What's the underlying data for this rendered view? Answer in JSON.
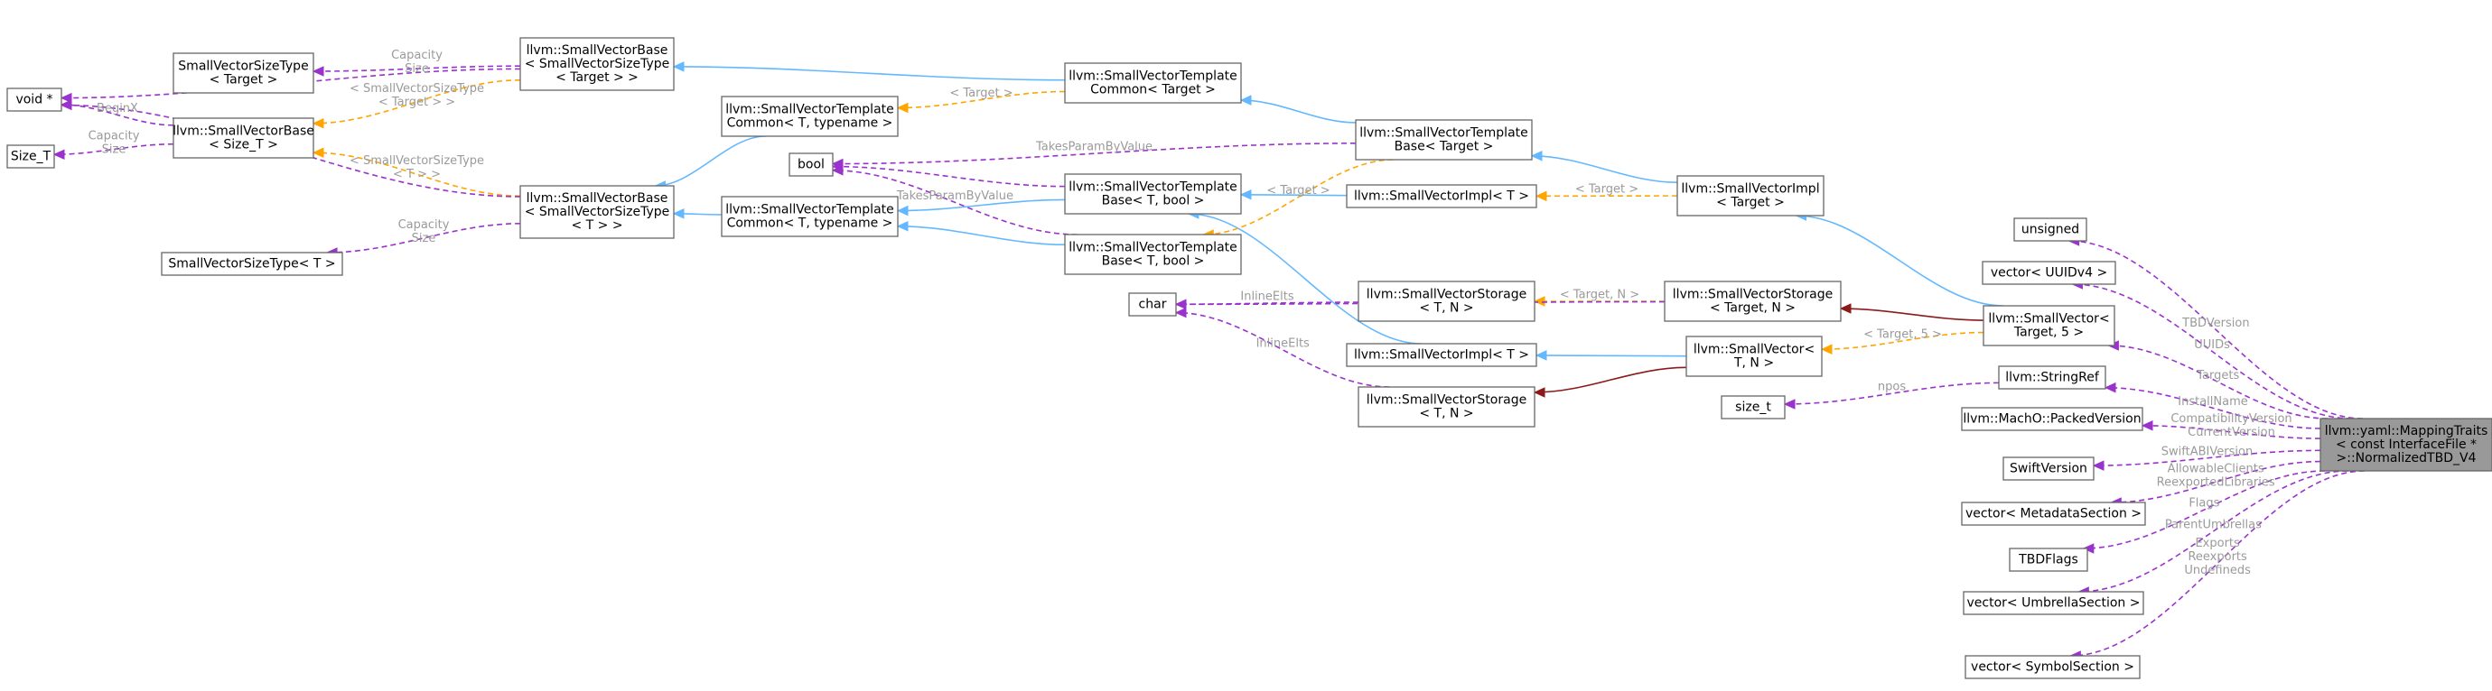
{
  "colors": {
    "purple": "#9a32cd",
    "orange": "#ffa500",
    "blue": "#63b8ff",
    "darkred": "#8b1a1a",
    "node_border": "#666666",
    "highlight_fill": "#999999",
    "label_gray": "#9a9a9a"
  },
  "nodes": [
    {
      "id": "main",
      "lines": [
        "llvm::yaml::MappingTraits",
        "< const InterfaceFile *",
        ">::NormalizedTBD_V4"
      ],
      "highlight": true
    },
    {
      "id": "unsigned",
      "lines": [
        "unsigned"
      ]
    },
    {
      "id": "vuuid",
      "lines": [
        "vector< UUIDv4 >"
      ]
    },
    {
      "id": "sv5",
      "lines": [
        "llvm::SmallVector<",
        "Target, 5 >"
      ]
    },
    {
      "id": "stringref",
      "lines": [
        "llvm::StringRef"
      ]
    },
    {
      "id": "packedver",
      "lines": [
        "llvm::MachO::PackedVersion"
      ]
    },
    {
      "id": "swiftver",
      "lines": [
        "SwiftVersion"
      ]
    },
    {
      "id": "vmeta",
      "lines": [
        "vector< MetadataSection >"
      ]
    },
    {
      "id": "tbdflags",
      "lines": [
        "TBDFlags"
      ]
    },
    {
      "id": "vumb",
      "lines": [
        "vector< UmbrellaSection >"
      ]
    },
    {
      "id": "vsym",
      "lines": [
        "vector< SymbolSection >"
      ]
    },
    {
      "id": "sizet",
      "lines": [
        "size_t"
      ]
    },
    {
      "id": "svimplTarget",
      "lines": [
        "llvm::SmallVectorImpl",
        "< Target >"
      ]
    },
    {
      "id": "svstorTargetN",
      "lines": [
        "llvm::SmallVectorStorage",
        "< Target, N >"
      ]
    },
    {
      "id": "svTN",
      "lines": [
        "llvm::SmallVector<",
        "T, N >"
      ]
    },
    {
      "id": "svtbTarget",
      "lines": [
        "llvm::SmallVectorTemplate",
        "Base< Target >"
      ]
    },
    {
      "id": "svimplT",
      "lines": [
        "llvm::SmallVectorImpl< T >"
      ]
    },
    {
      "id": "svimplT2",
      "lines": [
        "llvm::SmallVectorImpl< T >"
      ]
    },
    {
      "id": "svstorTN",
      "lines": [
        "llvm::SmallVectorStorage",
        "< T, N >"
      ]
    },
    {
      "id": "svstorTN2",
      "lines": [
        "llvm::SmallVectorStorage",
        "< T, N >"
      ]
    },
    {
      "id": "char",
      "lines": [
        "char"
      ]
    },
    {
      "id": "svtcTarget",
      "lines": [
        "llvm::SmallVectorTemplate",
        "Common< Target >"
      ]
    },
    {
      "id": "svtbTbool",
      "lines": [
        "llvm::SmallVectorTemplate",
        "Base< T, bool >"
      ]
    },
    {
      "id": "svtbTbool2",
      "lines": [
        "llvm::SmallVectorTemplate",
        "Base< T, bool >"
      ]
    },
    {
      "id": "bool",
      "lines": [
        "bool"
      ]
    },
    {
      "id": "svtcTtn",
      "lines": [
        "llvm::SmallVectorTemplate",
        "Common< T, typename >"
      ]
    },
    {
      "id": "svtcTtn2",
      "lines": [
        "llvm::SmallVectorTemplate",
        "Common< T, typename >"
      ]
    },
    {
      "id": "svbSvstTarget",
      "lines": [
        "llvm::SmallVectorBase",
        "< SmallVectorSizeType",
        "< Target > >"
      ]
    },
    {
      "id": "svbSvstT",
      "lines": [
        "llvm::SmallVectorBase",
        "< SmallVectorSizeType",
        "< T > >"
      ]
    },
    {
      "id": "svstTarget",
      "lines": [
        "SmallVectorSizeType",
        "< Target >"
      ]
    },
    {
      "id": "svbSizeT",
      "lines": [
        "llvm::SmallVectorBase",
        "< Size_T >"
      ]
    },
    {
      "id": "svstT",
      "lines": [
        "SmallVectorSizeType< T >"
      ]
    },
    {
      "id": "voidp",
      "lines": [
        "void *"
      ]
    },
    {
      "id": "SizeT",
      "lines": [
        "Size_T"
      ]
    }
  ],
  "edges": [
    {
      "from": "unsigned",
      "to": "main",
      "color": "purple",
      "dashed": true,
      "labels": [
        "TBDVersion"
      ]
    },
    {
      "from": "vuuid",
      "to": "main",
      "color": "purple",
      "dashed": true,
      "labels": [
        "UUIDs"
      ]
    },
    {
      "from": "sv5",
      "to": "main",
      "color": "purple",
      "dashed": true,
      "labels": [
        "Targets"
      ]
    },
    {
      "from": "stringref",
      "to": "main",
      "color": "purple",
      "dashed": true,
      "labels": [
        "InstallName"
      ]
    },
    {
      "from": "packedver",
      "to": "main",
      "color": "purple",
      "dashed": true,
      "labels": [
        "CompatibilityVersion",
        "CurrentVersion"
      ]
    },
    {
      "from": "swiftver",
      "to": "main",
      "color": "purple",
      "dashed": true,
      "labels": [
        "SwiftABIVersion"
      ]
    },
    {
      "from": "vmeta",
      "to": "main",
      "color": "purple",
      "dashed": true,
      "labels": [
        "AllowableClients",
        "ReexportedLibraries"
      ]
    },
    {
      "from": "tbdflags",
      "to": "main",
      "color": "purple",
      "dashed": true,
      "labels": [
        "Flags"
      ]
    },
    {
      "from": "vumb",
      "to": "main",
      "color": "purple",
      "dashed": true,
      "labels": [
        "ParentUmbrellas"
      ]
    },
    {
      "from": "vsym",
      "to": "main",
      "color": "purple",
      "dashed": true,
      "labels": [
        "Exports",
        "Reexports",
        "Undefineds"
      ]
    },
    {
      "from": "sizet",
      "to": "stringref",
      "color": "purple",
      "dashed": true,
      "labels": [
        "npos"
      ]
    },
    {
      "from": "svimplTarget",
      "to": "sv5",
      "color": "blue",
      "dashed": false,
      "labels": []
    },
    {
      "from": "svstorTargetN",
      "to": "sv5",
      "color": "darkred",
      "dashed": false,
      "labels": []
    },
    {
      "from": "svTN",
      "to": "sv5",
      "color": "orange",
      "dashed": true,
      "labels": [
        "< Target, 5 >"
      ]
    },
    {
      "from": "svtbTarget",
      "to": "svimplTarget",
      "color": "blue",
      "dashed": false,
      "labels": []
    },
    {
      "from": "svimplT",
      "to": "svimplTarget",
      "color": "orange",
      "dashed": true,
      "labels": [
        "< Target >"
      ]
    },
    {
      "from": "svimplT2",
      "to": "svTN",
      "color": "blue",
      "dashed": false,
      "labels": []
    },
    {
      "from": "svstorTN2",
      "to": "svTN",
      "color": "darkred",
      "dashed": false,
      "labels": []
    },
    {
      "from": "svstorTN",
      "to": "svstorTargetN",
      "color": "orange",
      "dashed": true,
      "labels": [
        "< Target, N >"
      ]
    },
    {
      "from": "char",
      "to": "svstorTargetN",
      "color": "purple",
      "dashed": true,
      "labels": [
        "InlineElts"
      ]
    },
    {
      "from": "char",
      "to": "svstorTN",
      "color": "purple",
      "dashed": true,
      "labels": [
        "InlineElts"
      ]
    },
    {
      "from": "char",
      "to": "svstorTN2",
      "color": "purple",
      "dashed": true,
      "labels": [
        "InlineElts"
      ]
    },
    {
      "from": "svtbTbool",
      "to": "svimplT2",
      "color": "blue",
      "dashed": false,
      "labels": []
    },
    {
      "from": "svtbTbool",
      "to": "svimplT",
      "color": "blue",
      "dashed": false,
      "labels": []
    },
    {
      "from": "svtcTarget",
      "to": "svtbTarget",
      "color": "blue",
      "dashed": false,
      "labels": []
    },
    {
      "from": "svtbTbool2",
      "to": "svtbTarget",
      "color": "orange",
      "dashed": true,
      "labels": [
        "< Target >"
      ]
    },
    {
      "from": "bool",
      "to": "svtbTarget",
      "color": "purple",
      "dashed": true,
      "labels": [
        "TakesParamByValue"
      ]
    },
    {
      "from": "bool",
      "to": "svtbTbool",
      "color": "purple",
      "dashed": true,
      "labels": []
    },
    {
      "from": "bool",
      "to": "svtbTbool2",
      "color": "purple",
      "dashed": true,
      "labels": [
        "TakesParamByValue"
      ]
    },
    {
      "from": "svtcTtn2",
      "to": "svtbTbool2",
      "color": "blue",
      "dashed": false,
      "labels": []
    },
    {
      "from": "svtcTtn2",
      "to": "svtbTbool",
      "color": "blue",
      "dashed": false,
      "labels": []
    },
    {
      "from": "svbSvstTarget",
      "to": "svtcTarget",
      "color": "blue",
      "dashed": false,
      "labels": []
    },
    {
      "from": "svtcTtn",
      "to": "svtcTarget",
      "color": "orange",
      "dashed": true,
      "labels": [
        "< Target >"
      ]
    },
    {
      "from": "svbSvstT",
      "to": "svtcTtn",
      "color": "blue",
      "dashed": false,
      "labels": []
    },
    {
      "from": "svbSvstT",
      "to": "svtcTtn2",
      "color": "blue",
      "dashed": false,
      "labels": []
    },
    {
      "from": "svstTarget",
      "to": "svbSvstTarget",
      "color": "purple",
      "dashed": true,
      "labels": [
        "Capacity",
        "Size"
      ]
    },
    {
      "from": "svstT",
      "to": "svbSvstT",
      "color": "purple",
      "dashed": true,
      "labels": [
        "Capacity",
        "Size"
      ]
    },
    {
      "from": "svbSizeT",
      "to": "svbSvstTarget",
      "color": "orange",
      "dashed": true,
      "labels": [
        "< SmallVectorSizeType",
        "< Target > >"
      ]
    },
    {
      "from": "svbSizeT",
      "to": "svbSvstT",
      "color": "orange",
      "dashed": true,
      "labels": [
        "< SmallVectorSizeType",
        "< T > >"
      ]
    },
    {
      "from": "voidp",
      "to": "svbSvstTarget",
      "color": "purple",
      "dashed": true,
      "labels": [
        "BeginX"
      ]
    },
    {
      "from": "voidp",
      "to": "svbSizeT",
      "color": "purple",
      "dashed": true,
      "labels": [
        "BeginX"
      ]
    },
    {
      "from": "voidp",
      "to": "svbSvstT",
      "color": "purple",
      "dashed": true,
      "labels": [
        "BeginX"
      ]
    },
    {
      "from": "SizeT",
      "to": "svbSizeT",
      "color": "purple",
      "dashed": true,
      "labels": [
        "Capacity",
        "Size"
      ]
    }
  ]
}
